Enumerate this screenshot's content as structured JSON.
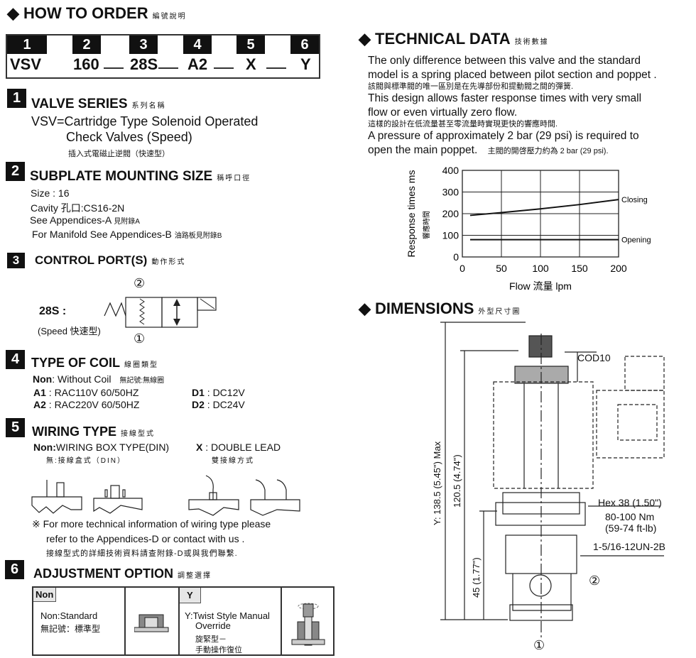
{
  "order": {
    "title": "HOW TO ORDER",
    "title_zh": "編號說明",
    "positions": [
      "1",
      "2",
      "3",
      "4",
      "5",
      "6"
    ],
    "values": [
      "VSV",
      "160",
      "28S",
      "A2",
      "X",
      "Y"
    ]
  },
  "s1": {
    "num": "1",
    "title": "VALVE SERIES",
    "title_zh": "系列名稱",
    "line1": "VSV=Cartridge Type Solenoid Operated",
    "line2": "Check Valves  (Speed)",
    "zh": "插入式電磁止逆閥（快速型）"
  },
  "s2": {
    "num": "2",
    "title": "SUBPLATE MOUNTING SIZE",
    "title_zh": "稱呼口徑",
    "size": "Size : 16",
    "cavity": "Cavity 孔口:CS16-2N",
    "appA": "See Appendices-A",
    "appA_zh": "見附錄A",
    "appB": "For Manifold See Appendices-B",
    "appB_zh": "油路板見附錄B"
  },
  "s3": {
    "num": "3",
    "title": "CONTROL PORT(S)",
    "title_zh": "動作形式",
    "code": "28S :",
    "desc": "(Speed 快速型)",
    "port2": "②",
    "port1": "①"
  },
  "s4": {
    "num": "4",
    "title": "TYPE OF COIL",
    "title_zh": "線圈類型",
    "non_code": "Non",
    "non_text": ": Without Coil",
    "non_zh": "無記號:無線圈",
    "a1_code": "A1",
    "a1_text": ": RAC110V  60/50HZ",
    "a2_code": "A2",
    "a2_text": ": RAC220V  60/50HZ",
    "d1_code": "D1",
    "d1_text": ": DC12V",
    "d2_code": "D2",
    "d2_text": ": DC24V"
  },
  "s5": {
    "num": "5",
    "title": "WIRING TYPE",
    "title_zh": "接線型式",
    "non_code": "Non:",
    "non_text": "WIRING BOX TYPE(DIN)",
    "non_zh": "無:接線盒式（DIN）",
    "x_code": "X",
    "x_text": ": DOUBLE LEAD",
    "x_zh": "雙接線方式",
    "note1": "※ For more technical information of wiring type  please",
    "note2": "refer to the Appendices-D or contact with us .",
    "note_zh": "接線型式的詳細技術資料請查附錄-D或與我們聯繫."
  },
  "s6": {
    "num": "6",
    "title": "ADJUSTMENT OPTION",
    "title_zh": "調整選擇",
    "non_tag": "Non",
    "non_text": "Non:Standard",
    "non_zh": "無記號：標準型",
    "y_tag": "Y",
    "y_text1": "Y:Twist Style Manual",
    "y_text2": "Override",
    "y_zh1": "旋緊型－",
    "y_zh2": "手動操作復位"
  },
  "tech": {
    "title": "TECHNICAL DATA",
    "title_zh": "技術數據",
    "p1a": "The only difference between this valve and the standard",
    "p1b": "model is a spring placed between pilot section and poppet .",
    "p1_zh": "該閥與標準閥的唯一區別是在先導部份和提動閥之間的彈簧.",
    "p2a": "This design allows faster response times with very small",
    "p2b": "flow or even virtually zero flow.",
    "p2_zh": "這樣的設計在低流量甚至零流量時實現更快的響應時間.",
    "p3a": "A pressure of approximately  2 bar (29 psi) is  required to",
    "p3b": "open the main poppet.",
    "p3_zh": "主閥的開啓壓力約為 2 bar (29 psi)."
  },
  "chart_data": {
    "type": "line",
    "xlabel": "Flow 流量  lpm",
    "ylabel": "Response times  ms",
    "ylabel_zh": "響應時間",
    "xlim": [
      0,
      200
    ],
    "ylim": [
      0,
      400
    ],
    "xticks": [
      0,
      50,
      100,
      150,
      200
    ],
    "yticks": [
      0,
      100,
      200,
      300,
      400
    ],
    "grid": true,
    "series": [
      {
        "name": "Closing",
        "x": [
          10,
          50,
          100,
          150,
          200
        ],
        "y": [
          192,
          205,
          222,
          242,
          265
        ]
      },
      {
        "name": "Opening",
        "x": [
          10,
          200
        ],
        "y": [
          80,
          80
        ]
      }
    ]
  },
  "dims": {
    "title": "DIMENSIONS",
    "title_zh": "外型尺寸圖",
    "y_max": "Y: 138.5 (5.45\") Max",
    "h120": "120.5 (4.74\")",
    "h45": "45 (1.77\")",
    "cod": "COD10",
    "hex": "Hex 38 (1.50\")",
    "torque": "80-100 Nm",
    "torque_ft": "(59-74 ft-lb)",
    "thread": "1-5/16-12UN-2B",
    "port2": "②",
    "port1": "①"
  }
}
